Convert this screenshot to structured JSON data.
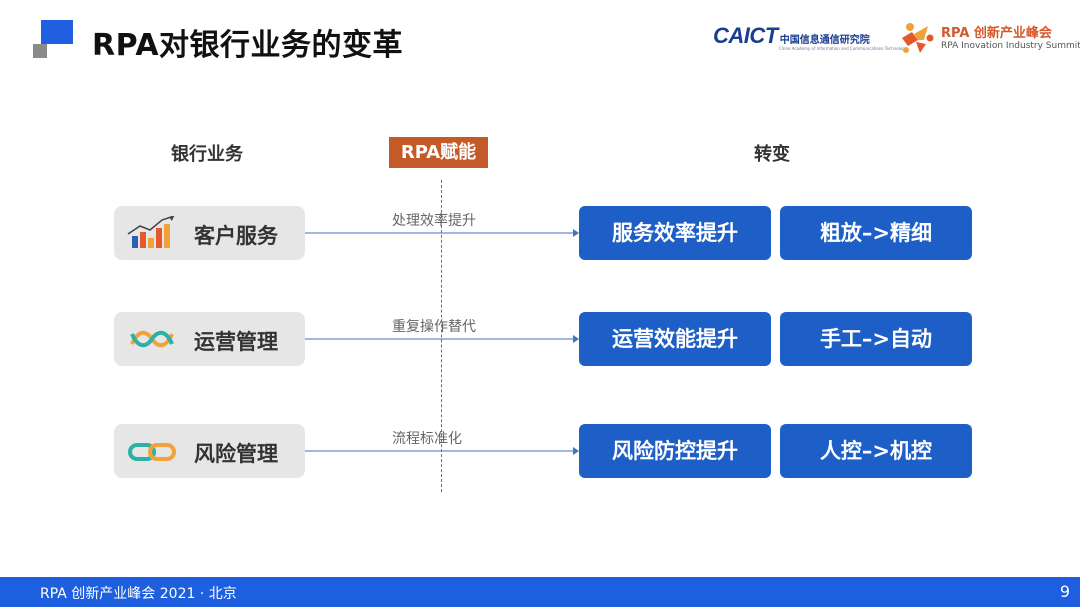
{
  "header": {
    "title": "RPA对银行业务的变革",
    "caict_word": "CAICT",
    "caict_cn": "中国信息通信研究院",
    "caict_en": "China Academy of Information and Communications Technology",
    "summit_cn": "RPA 创新产业峰会",
    "summit_en": "RPA Inovation Industry Summit"
  },
  "columns": {
    "left": "银行业务",
    "middle": "RPA赋能",
    "right": "转变"
  },
  "rows": [
    {
      "business": "客户服务",
      "icon": "growth-chart-icon",
      "enable": "处理效率提升",
      "result1": "服务效率提升",
      "result2": "粗放–>精细"
    },
    {
      "business": "运营管理",
      "icon": "wave-icon",
      "enable": "重复操作替代",
      "result1": "运营效能提升",
      "result2": "手工–>自动"
    },
    {
      "business": "风险管理",
      "icon": "chain-link-icon",
      "enable": "流程标准化",
      "result1": "风险防控提升",
      "result2": "人控–>机控"
    }
  ],
  "footer": {
    "text": "RPA 创新产业峰会 2021 · 北京",
    "page": "9"
  },
  "colors": {
    "accent": "#1e5fc7",
    "rpa_tag": "#c35a27",
    "footer": "#1e5fe0"
  }
}
